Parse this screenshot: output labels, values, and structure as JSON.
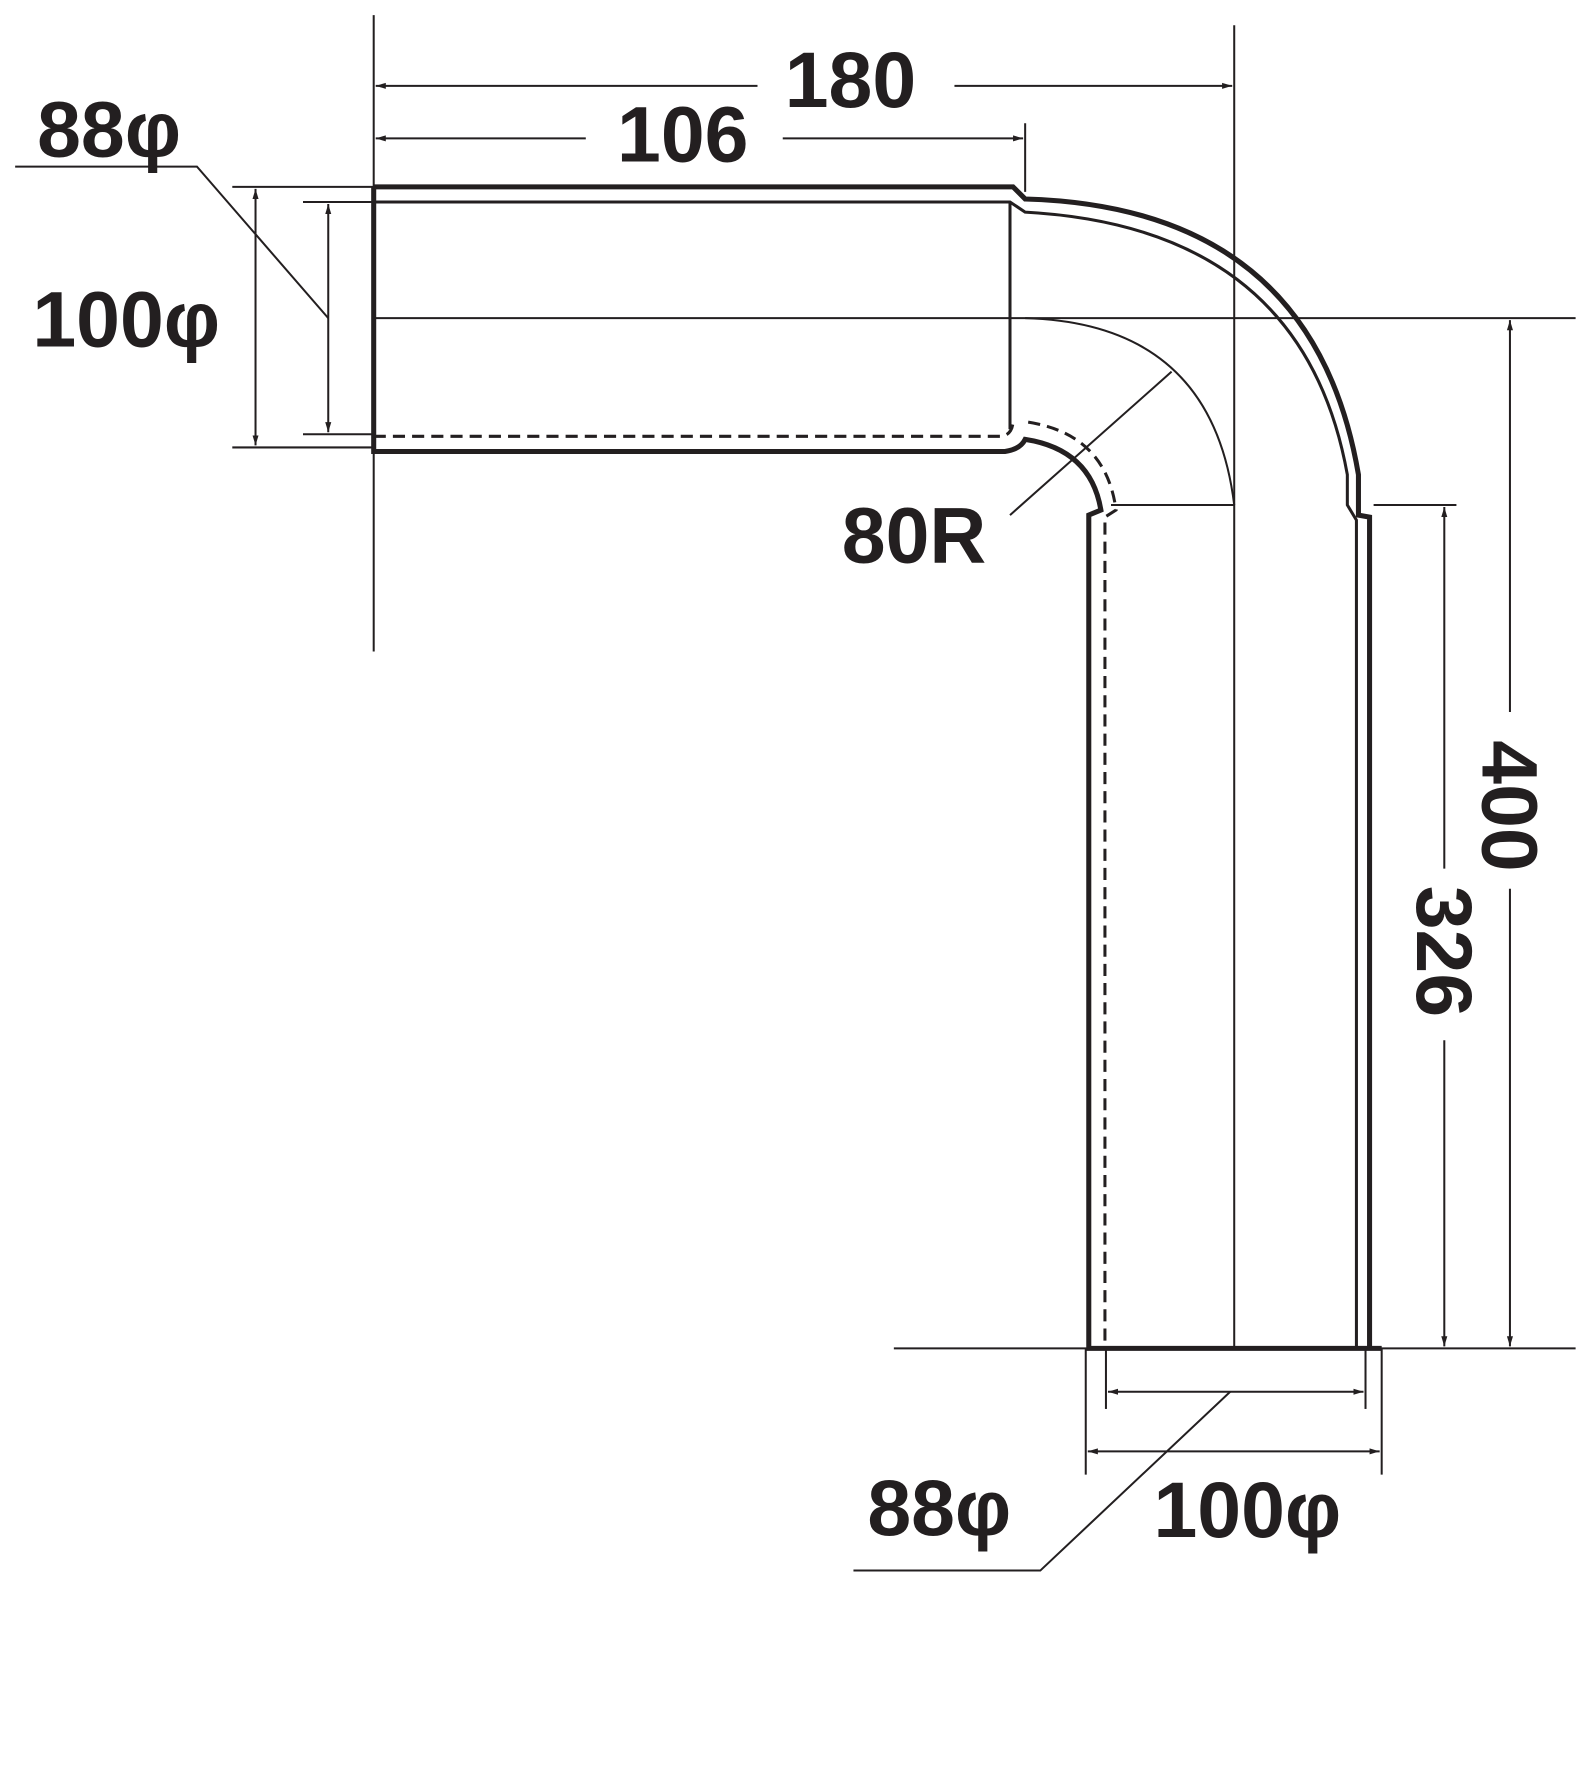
{
  "dimensions": {
    "overall_length": "180",
    "straight_length": "106",
    "top_inner_diameter": "88φ",
    "top_outer_diameter": "100φ",
    "bend_radius": "80R",
    "overall_height": "400",
    "straight_height": "326",
    "bottom_inner_diameter": "88φ",
    "bottom_outer_diameter": "100φ"
  },
  "colors": {
    "line": "#231f20",
    "background": "#ffffff"
  }
}
